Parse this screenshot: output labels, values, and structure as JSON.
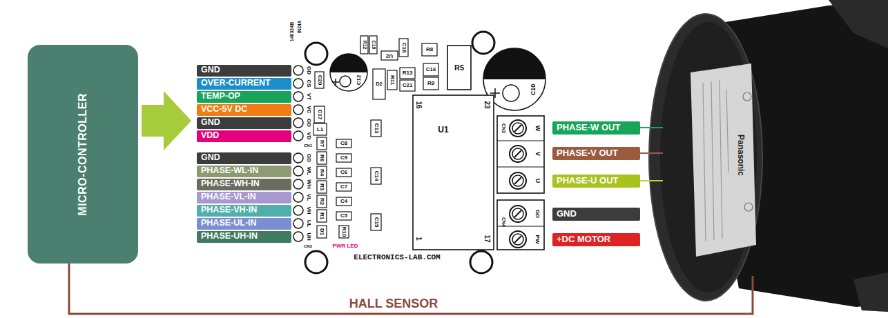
{
  "diagram": {
    "nodes": [
      {
        "text": [
          "MICRO-CONTROLLER"
        ]
      },
      {
        "text": [
          "GND"
        ]
      },
      {
        "text": [
          "OVER-CURRENT"
        ]
      },
      {
        "text": [
          "TEMP-OP"
        ]
      },
      {
        "text": [
          "VCC-5V DC"
        ]
      },
      {
        "text": [
          "GND"
        ]
      },
      {
        "text": [
          "VDD"
        ]
      },
      {
        "text": [
          "GND"
        ]
      },
      {
        "text": [
          "PHASE-WL-IN"
        ]
      },
      {
        "text": [
          "PHASE-WH-IN"
        ]
      },
      {
        "text": [
          "PHASE-VL-IN"
        ]
      },
      {
        "text": [
          "PHASE-VH-IN"
        ]
      },
      {
        "text": [
          "PHASE-UL-IN"
        ]
      },
      {
        "text": [
          "PHASE-UH-IN"
        ]
      },
      {
        "text": [
          "PHASE-W OUT"
        ]
      },
      {
        "text": [
          "PHASE-V OUT"
        ]
      },
      {
        "text": [
          "PHASE-U OUT"
        ]
      },
      {
        "text": [
          "GND"
        ]
      },
      {
        "text": [
          "+DC MOTOR"
        ]
      },
      {
        "text": [
          "Panasonic"
        ]
      }
    ],
    "edges": [
      {
        "from": 0,
        "to": 19,
        "arrow": "none",
        "label": "HALL SENSOR"
      },
      {
        "from": 14,
        "to": 19,
        "arrow": "none"
      },
      {
        "from": 15,
        "to": 19,
        "arrow": "none"
      },
      {
        "from": 16,
        "to": 19,
        "arrow": "none"
      }
    ],
    "labels": [
      "140324B",
      "INDIA",
      "GD",
      "CS",
      "VT",
      "VC",
      "GD",
      "VD",
      "CN1",
      "GD",
      "WL",
      "WH",
      "VL",
      "VH",
      "UL",
      "UH",
      "CN2",
      "C20",
      "C12",
      "R12",
      "C19",
      "U2",
      "C18",
      "R8",
      "R5",
      "D2",
      "R11",
      "R13",
      "C21",
      "C16",
      "R9",
      "C10",
      "C17",
      "L1",
      "C13",
      "R7",
      "C8",
      "R6",
      "C9",
      "R4",
      "C6",
      "C14",
      "R3",
      "C7",
      "R2",
      "C4",
      "R1",
      "C5",
      "C15",
      "D1",
      "R10",
      "U1",
      "16",
      "23",
      "1",
      "17",
      "CN3",
      "W",
      "V",
      "U",
      "CN4",
      "GD",
      "PW",
      "PWR LED",
      "ELECTRONICS-LAB.COM"
    ]
  }
}
